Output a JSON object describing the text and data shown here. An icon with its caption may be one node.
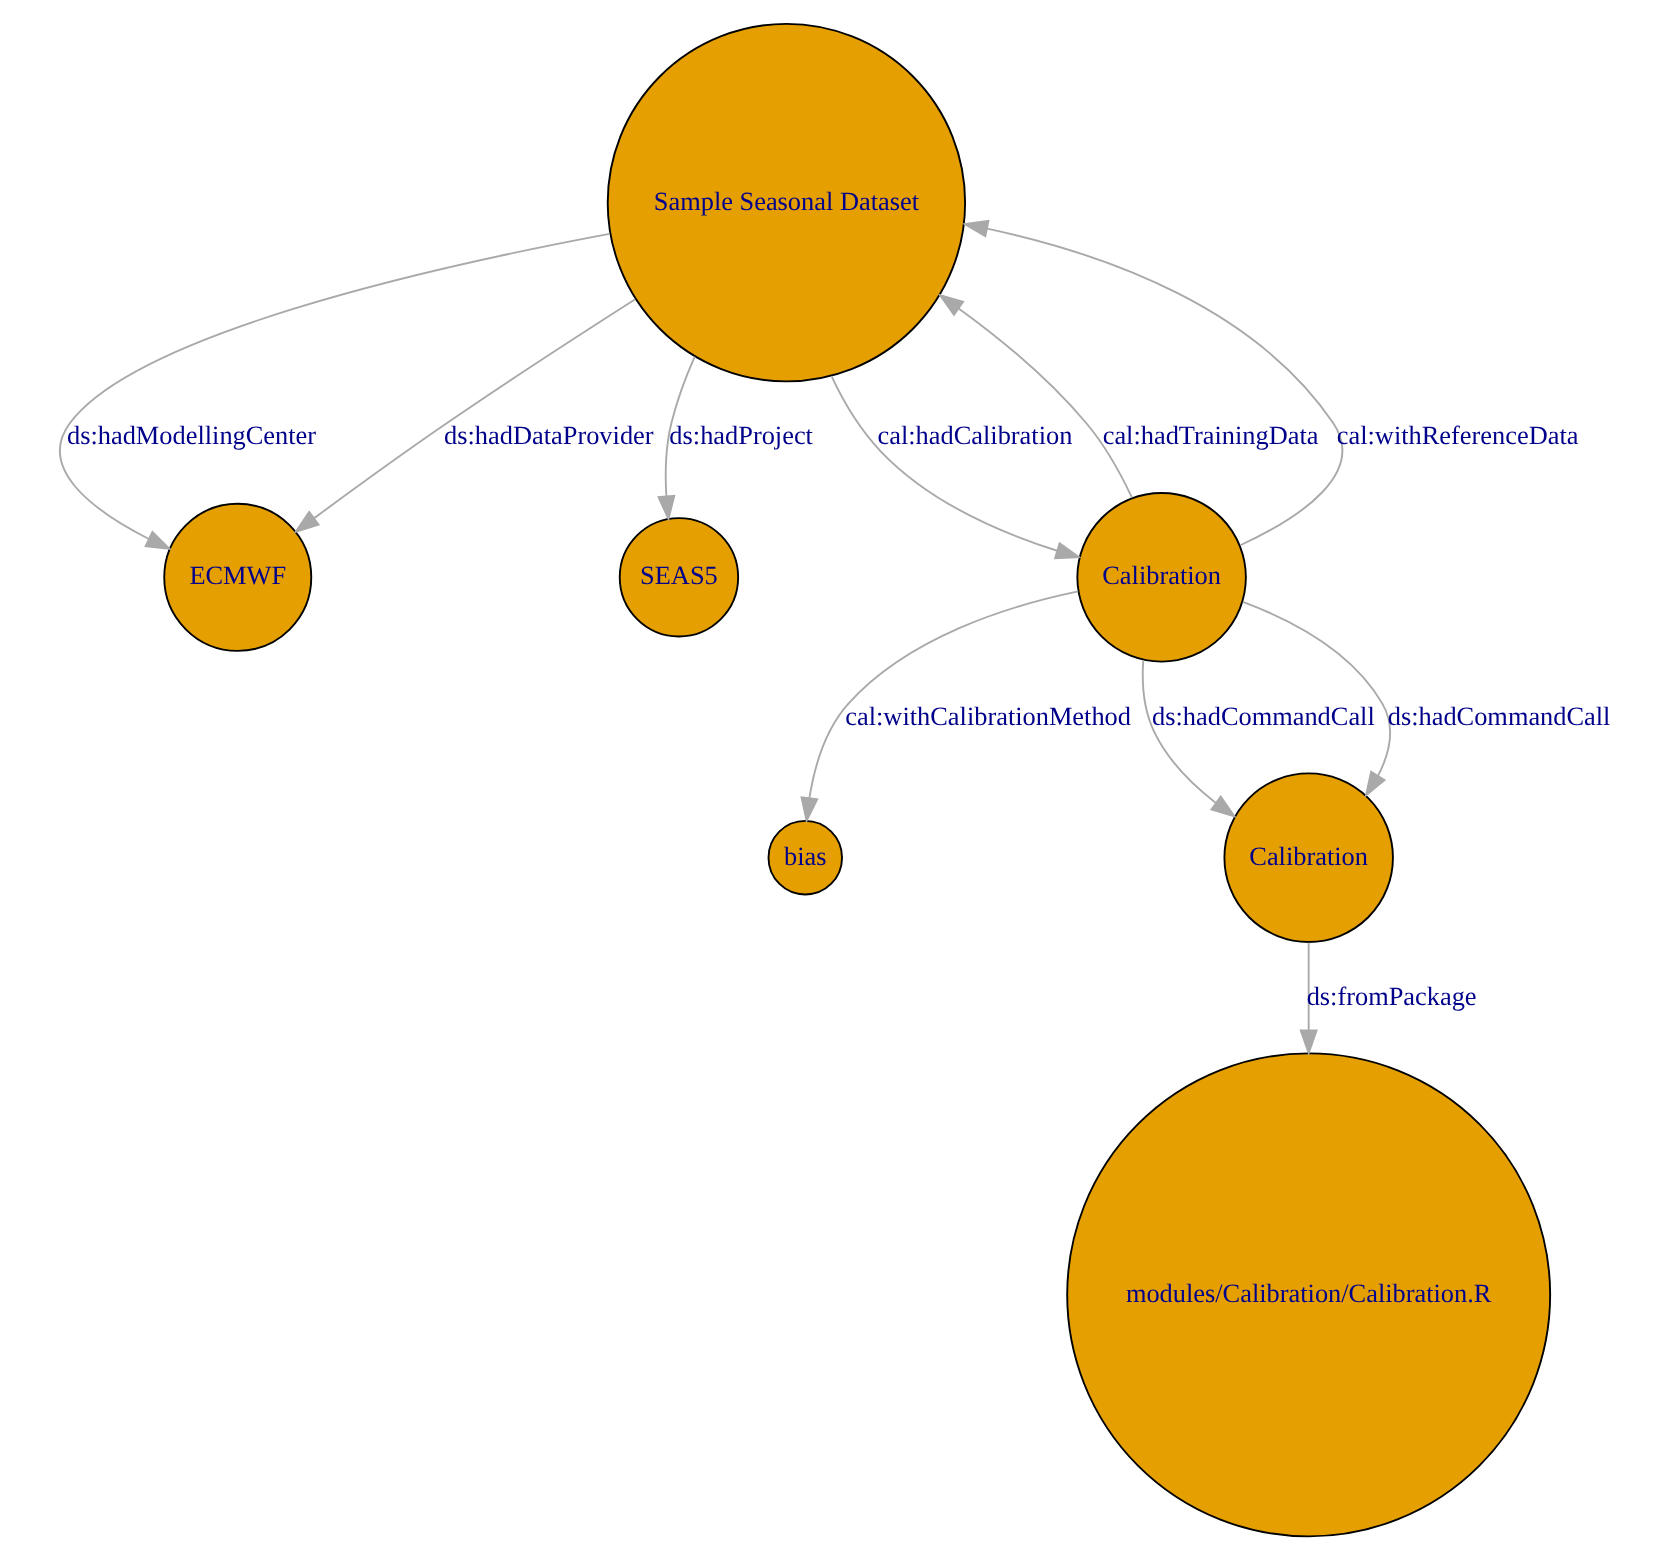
{
  "diagram": {
    "nodes": [
      {
        "text": [
          "ECMWF"
        ]
      },
      {
        "text": [
          "bias"
        ]
      },
      {
        "text": [
          "Sample Seasonal Dataset"
        ]
      },
      {
        "text": [
          "SEAS5"
        ]
      },
      {
        "text": [
          "Calibration"
        ]
      },
      {
        "text": [
          "Calibration"
        ]
      },
      {
        "text": [
          "modules/Calibration/Calibration.R"
        ]
      }
    ],
    "edges": [
      {
        "from": 2,
        "to": 0,
        "arrow": "to",
        "label": "ds:hadModellingCenter"
      },
      {
        "from": 2,
        "to": 0,
        "arrow": "to",
        "label": "ds:hadDataProvider"
      },
      {
        "from": 2,
        "to": 3,
        "arrow": "to",
        "label": "ds:hadProject"
      },
      {
        "from": 4,
        "to": 2,
        "arrow": "to",
        "label": "cal:hadTrainingData"
      },
      {
        "from": 2,
        "to": 4,
        "arrow": "to",
        "label": "cal:hadCalibration"
      },
      {
        "from": 4,
        "to": 1,
        "arrow": "to",
        "label": "cal:withCalibrationMethod"
      },
      {
        "from": 4,
        "to": 2,
        "arrow": "to",
        "label": "cal:withReferenceData"
      },
      {
        "from": 4,
        "to": 5,
        "arrow": "to",
        "label": "ds:hadCommandCall"
      },
      {
        "from": 4,
        "to": 5,
        "arrow": "to",
        "label": "ds:hadCommandCall"
      },
      {
        "from": 5,
        "to": 6,
        "arrow": "to",
        "label": "ds:fromPackage"
      }
    ]
  }
}
